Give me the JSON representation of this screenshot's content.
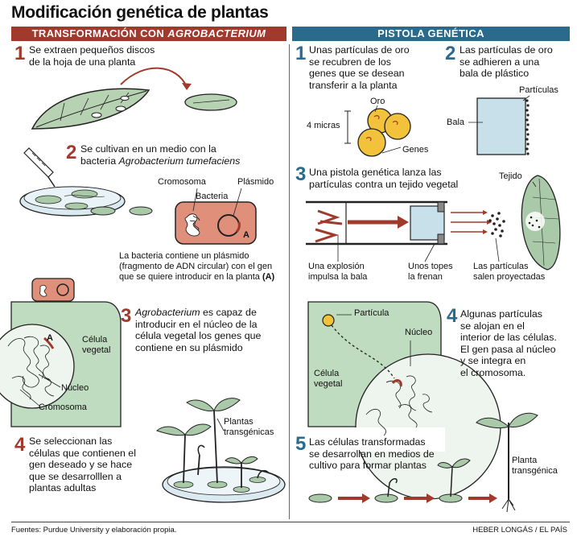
{
  "title": "Modificación genética de plantas",
  "left_header": {
    "prefix": "TRANSFORMACIÓN CON ",
    "emph": "AGROBACTERIUM"
  },
  "right_header": "PISTOLA GENÉTICA",
  "steps_left": {
    "s1": {
      "num": "1",
      "l1": "Se extraen pequeños discos",
      "l2": "de la hoja de una planta"
    },
    "s2": {
      "num": "2",
      "l1": "Se cultivan en un medio con la",
      "l2a": "bacteria ",
      "l2b": "Agrobacterium tumefaciens"
    },
    "s3": {
      "num": "3",
      "l1a": "Agrobacterium",
      "l1b": " es capaz de",
      "l2": "introducir en el núcleo de la",
      "l3": "célula vegetal los genes que",
      "l4": "contiene en su plásmido"
    },
    "s4": {
      "num": "4",
      "l1": "Se seleccionan las",
      "l2": "células que contienen el",
      "l3": "gen deseado y se hace",
      "l4": "que se desarrolllen a",
      "l5": "plantas adultas"
    }
  },
  "labels_left": {
    "cromosoma": "Cromosoma",
    "plasmido": "Plásmido",
    "bacteria": "Bacteria",
    "a": "A",
    "note_l1": "La bacteria contiene un plásmido",
    "note_l2": "(fragmento de ADN circular) con el gen",
    "note_l3": "que se quiere introducir en la planta ",
    "note_a": "(A)",
    "a2": "A",
    "celula1": "Célula",
    "celula2": "vegetal",
    "nucleo": "Núcleo",
    "cromosoma2": "Cromosoma",
    "plantas1": "Plantas",
    "plantas2": "transgénicas"
  },
  "steps_right": {
    "s1": {
      "num": "1",
      "l1": "Unas partículas de oro",
      "l2": "se recubren de los",
      "l3": "genes que se desean",
      "l4": "transferir a la planta"
    },
    "s2": {
      "num": "2",
      "l1": "Las partículas de oro",
      "l2": "se adhieren a una",
      "l3": "bala de plástico"
    },
    "s3": {
      "num": "3",
      "l1": "Una pistola genética lanza las",
      "l2": "partículas contra un tejido vegetal"
    },
    "s4": {
      "num": "4",
      "l1": "Algunas partículas",
      "l2": "se alojan en el",
      "l3": "interior de las células.",
      "l4": "El gen pasa al núcleo",
      "l5": "y se integra en",
      "l6": "el cromosoma."
    },
    "s5": {
      "num": "5",
      "l1": "Las células transformadas",
      "l2": "se desarrollan en medios de",
      "l3": "cultivo para formar plantas"
    }
  },
  "labels_right": {
    "oro": "Oro",
    "micras": "4 micras",
    "genes": "Genes",
    "particulas": "Partículas",
    "bala": "Bala",
    "tejido": "Tejido",
    "explosion1": "Una explosión",
    "explosion2": "impulsa la bala",
    "topes1": "Unos topes",
    "topes2": "la frenan",
    "salen1": "Las partículas",
    "salen2": "salen proyectadas",
    "particula": "Partícula",
    "nucleo": "Núcleo",
    "celula1": "Célula",
    "celula2": "vegetal",
    "planta1": "Planta",
    "planta2": "transgénica"
  },
  "footer": {
    "left": "Fuentes: Purdue University y elaboración propia.",
    "right": "HEBER LONGÁS / EL PAÍS"
  },
  "colors": {
    "red": "#a03a2c",
    "blue": "#2a6a8d",
    "green": "#a9c9a8",
    "cell": "#bfdcc0",
    "lightblue": "#c8e0ea",
    "gold": "#f2c23a",
    "salmon": "#e0907a"
  }
}
